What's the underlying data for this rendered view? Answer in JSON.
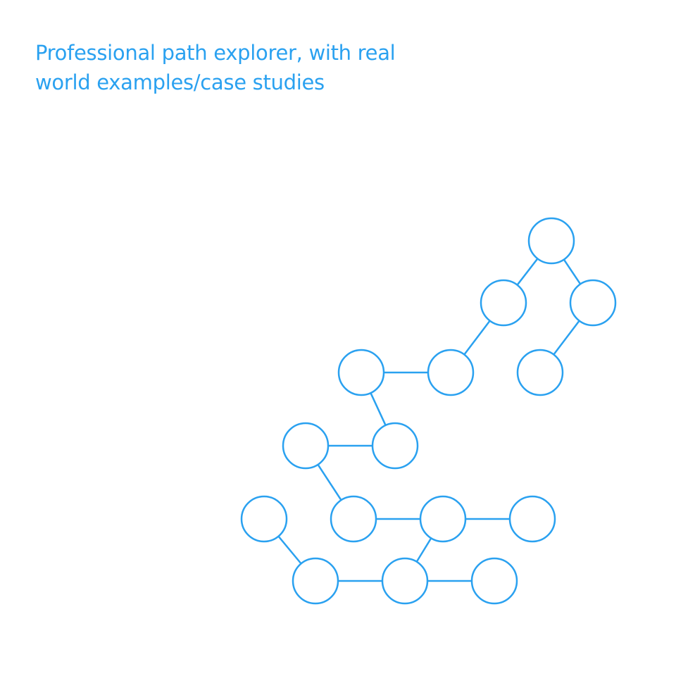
{
  "title": {
    "line1": "Professional path explorer, with real",
    "line2": "world examples/case studies"
  },
  "colors": {
    "accent": "#2aa1f0",
    "background": "#ffffff"
  },
  "diagram": {
    "nodes": [
      {
        "id": "n1"
      },
      {
        "id": "n2"
      },
      {
        "id": "n3"
      },
      {
        "id": "n4"
      },
      {
        "id": "n5"
      },
      {
        "id": "n6"
      },
      {
        "id": "n7"
      },
      {
        "id": "n8"
      },
      {
        "id": "n9"
      },
      {
        "id": "n10"
      },
      {
        "id": "n11"
      },
      {
        "id": "n12"
      },
      {
        "id": "n13"
      },
      {
        "id": "n14"
      },
      {
        "id": "n15"
      },
      {
        "id": "n16"
      }
    ],
    "edges": [
      [
        "n1",
        "n2"
      ],
      [
        "n1",
        "n3"
      ],
      [
        "n2",
        "n5"
      ],
      [
        "n3",
        "n6"
      ],
      [
        "n4",
        "n5"
      ],
      [
        "n4",
        "n8"
      ],
      [
        "n7",
        "n8"
      ],
      [
        "n7",
        "n9"
      ],
      [
        "n9",
        "n10"
      ],
      [
        "n10",
        "n11"
      ],
      [
        "n10",
        "n15"
      ],
      [
        "n11",
        "n12"
      ],
      [
        "n13",
        "n14"
      ],
      [
        "n14",
        "n15"
      ],
      [
        "n15",
        "n16"
      ]
    ]
  }
}
